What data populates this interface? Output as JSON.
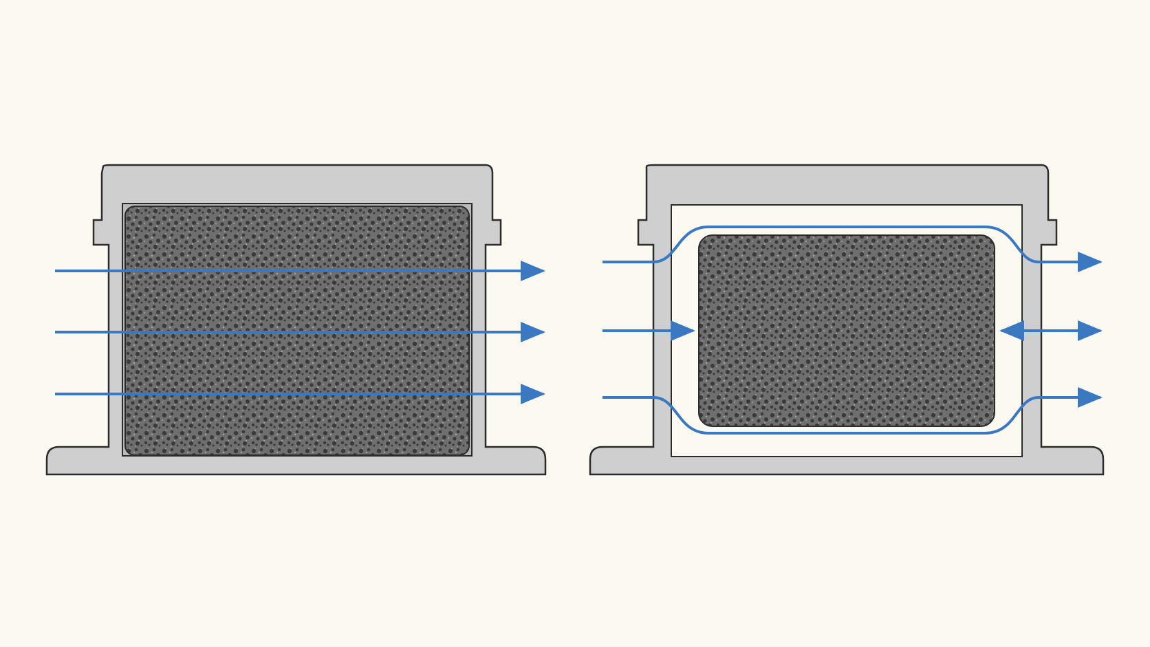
{
  "colors": {
    "background": "#fcfaf0",
    "housing_fill": "#cfcfcf",
    "housing_stroke": "#2b2b2b",
    "housing_inner": "#b9b9b9",
    "foam_base": "#6f6f6f",
    "foam_pore": "#3a3a3a",
    "foam_highlight": "#a7a7a7",
    "flow_arrow": "#3a78c2"
  },
  "panels": [
    {
      "id": "tight-fit",
      "foam_fills_housing": true,
      "flow": "through-foam",
      "arrow_count": 3
    },
    {
      "id": "loose-fit",
      "foam_fills_housing": false,
      "flow": "bypass-around-foam",
      "arrow_count": 3
    }
  ],
  "icons": {
    "flow_arrow": "arrow-right-icon",
    "foam": "foam-pattern"
  }
}
